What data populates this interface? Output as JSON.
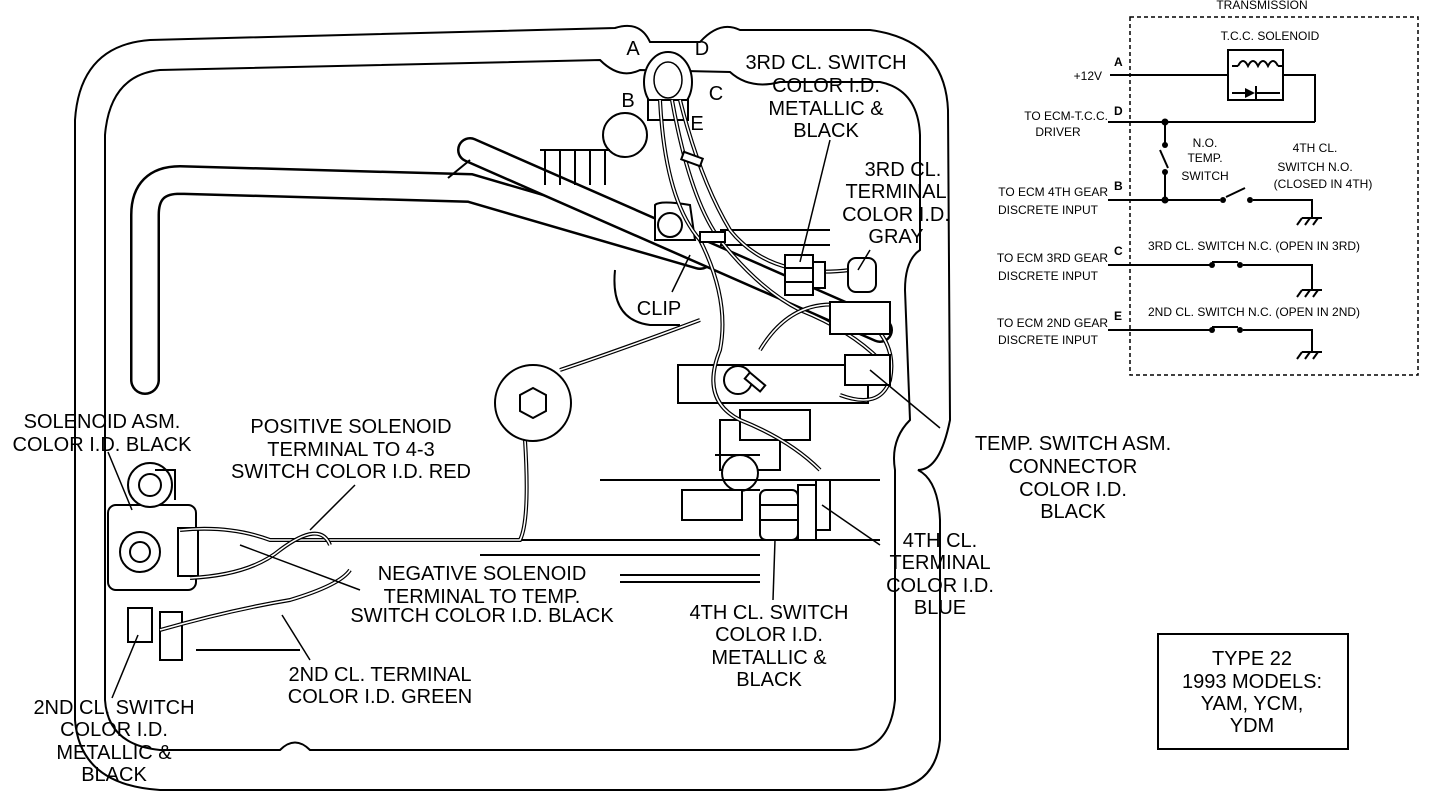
{
  "transmission_diagram": {
    "connector_letters": [
      "A",
      "D",
      "B",
      "C",
      "E"
    ],
    "callouts": {
      "third_switch": [
        "3RD CL. SWITCH",
        "COLOR I.D.",
        "METALLIC &",
        "BLACK"
      ],
      "third_terminal": [
        "3RD CL.",
        "TERMINAL",
        "COLOR I.D.",
        "GRAY"
      ],
      "clip": "CLIP",
      "solenoid_asm": [
        "SOLENOID ASM.",
        "COLOR I.D. BLACK"
      ],
      "positive_solenoid": [
        "POSITIVE SOLENOID",
        "TERMINAL TO 4-3",
        "SWITCH COLOR I.D. RED"
      ],
      "temp_switch_asm": [
        "TEMP. SWITCH ASM.",
        "CONNECTOR",
        "COLOR I.D.",
        "BLACK"
      ],
      "negative_solenoid": [
        "NEGATIVE SOLENOID",
        "TERMINAL TO TEMP.",
        "SWITCH COLOR I.D. BLACK"
      ],
      "fourth_terminal": [
        "4TH CL.",
        "TERMINAL",
        "COLOR I.D.",
        "BLUE"
      ],
      "fourth_switch": [
        "4TH CL. SWITCH",
        "COLOR I.D.",
        "METALLIC &",
        "BLACK"
      ],
      "second_terminal": [
        "2ND CL. TERMINAL",
        "COLOR I.D. GREEN"
      ],
      "second_switch": [
        "2ND CL. SWITCH",
        "COLOR I.D.",
        "METALLIC &",
        "BLACK"
      ]
    }
  },
  "schematic": {
    "title": "TRANSMISSION",
    "solenoid_label": "T.C.C. SOLENOID",
    "pins": [
      "A",
      "D",
      "B",
      "C",
      "E"
    ],
    "left_labels": {
      "a": "+12V",
      "d": [
        "TO ECM-T.C.C.",
        "DRIVER"
      ],
      "b": [
        "TO ECM 4TH GEAR",
        "DISCRETE INPUT"
      ],
      "c": [
        "TO ECM 3RD GEAR",
        "DISCRETE INPUT"
      ],
      "e": [
        "TO ECM 2ND GEAR",
        "DISCRETE INPUT"
      ]
    },
    "temp_switch": [
      "N.O.",
      "TEMP.",
      "SWITCH"
    ],
    "fourth_switch": [
      "4TH CL.",
      "SWITCH N.O.",
      "(CLOSED IN 4TH)"
    ],
    "third_switch": "3RD CL. SWITCH N.C. (OPEN IN 3RD)",
    "second_switch": "2ND CL. SWITCH N.C. (OPEN IN 2ND)"
  },
  "model_box": {
    "lines": [
      "TYPE 22",
      "1993 MODELS:",
      "YAM, YCM,",
      "YDM"
    ]
  }
}
